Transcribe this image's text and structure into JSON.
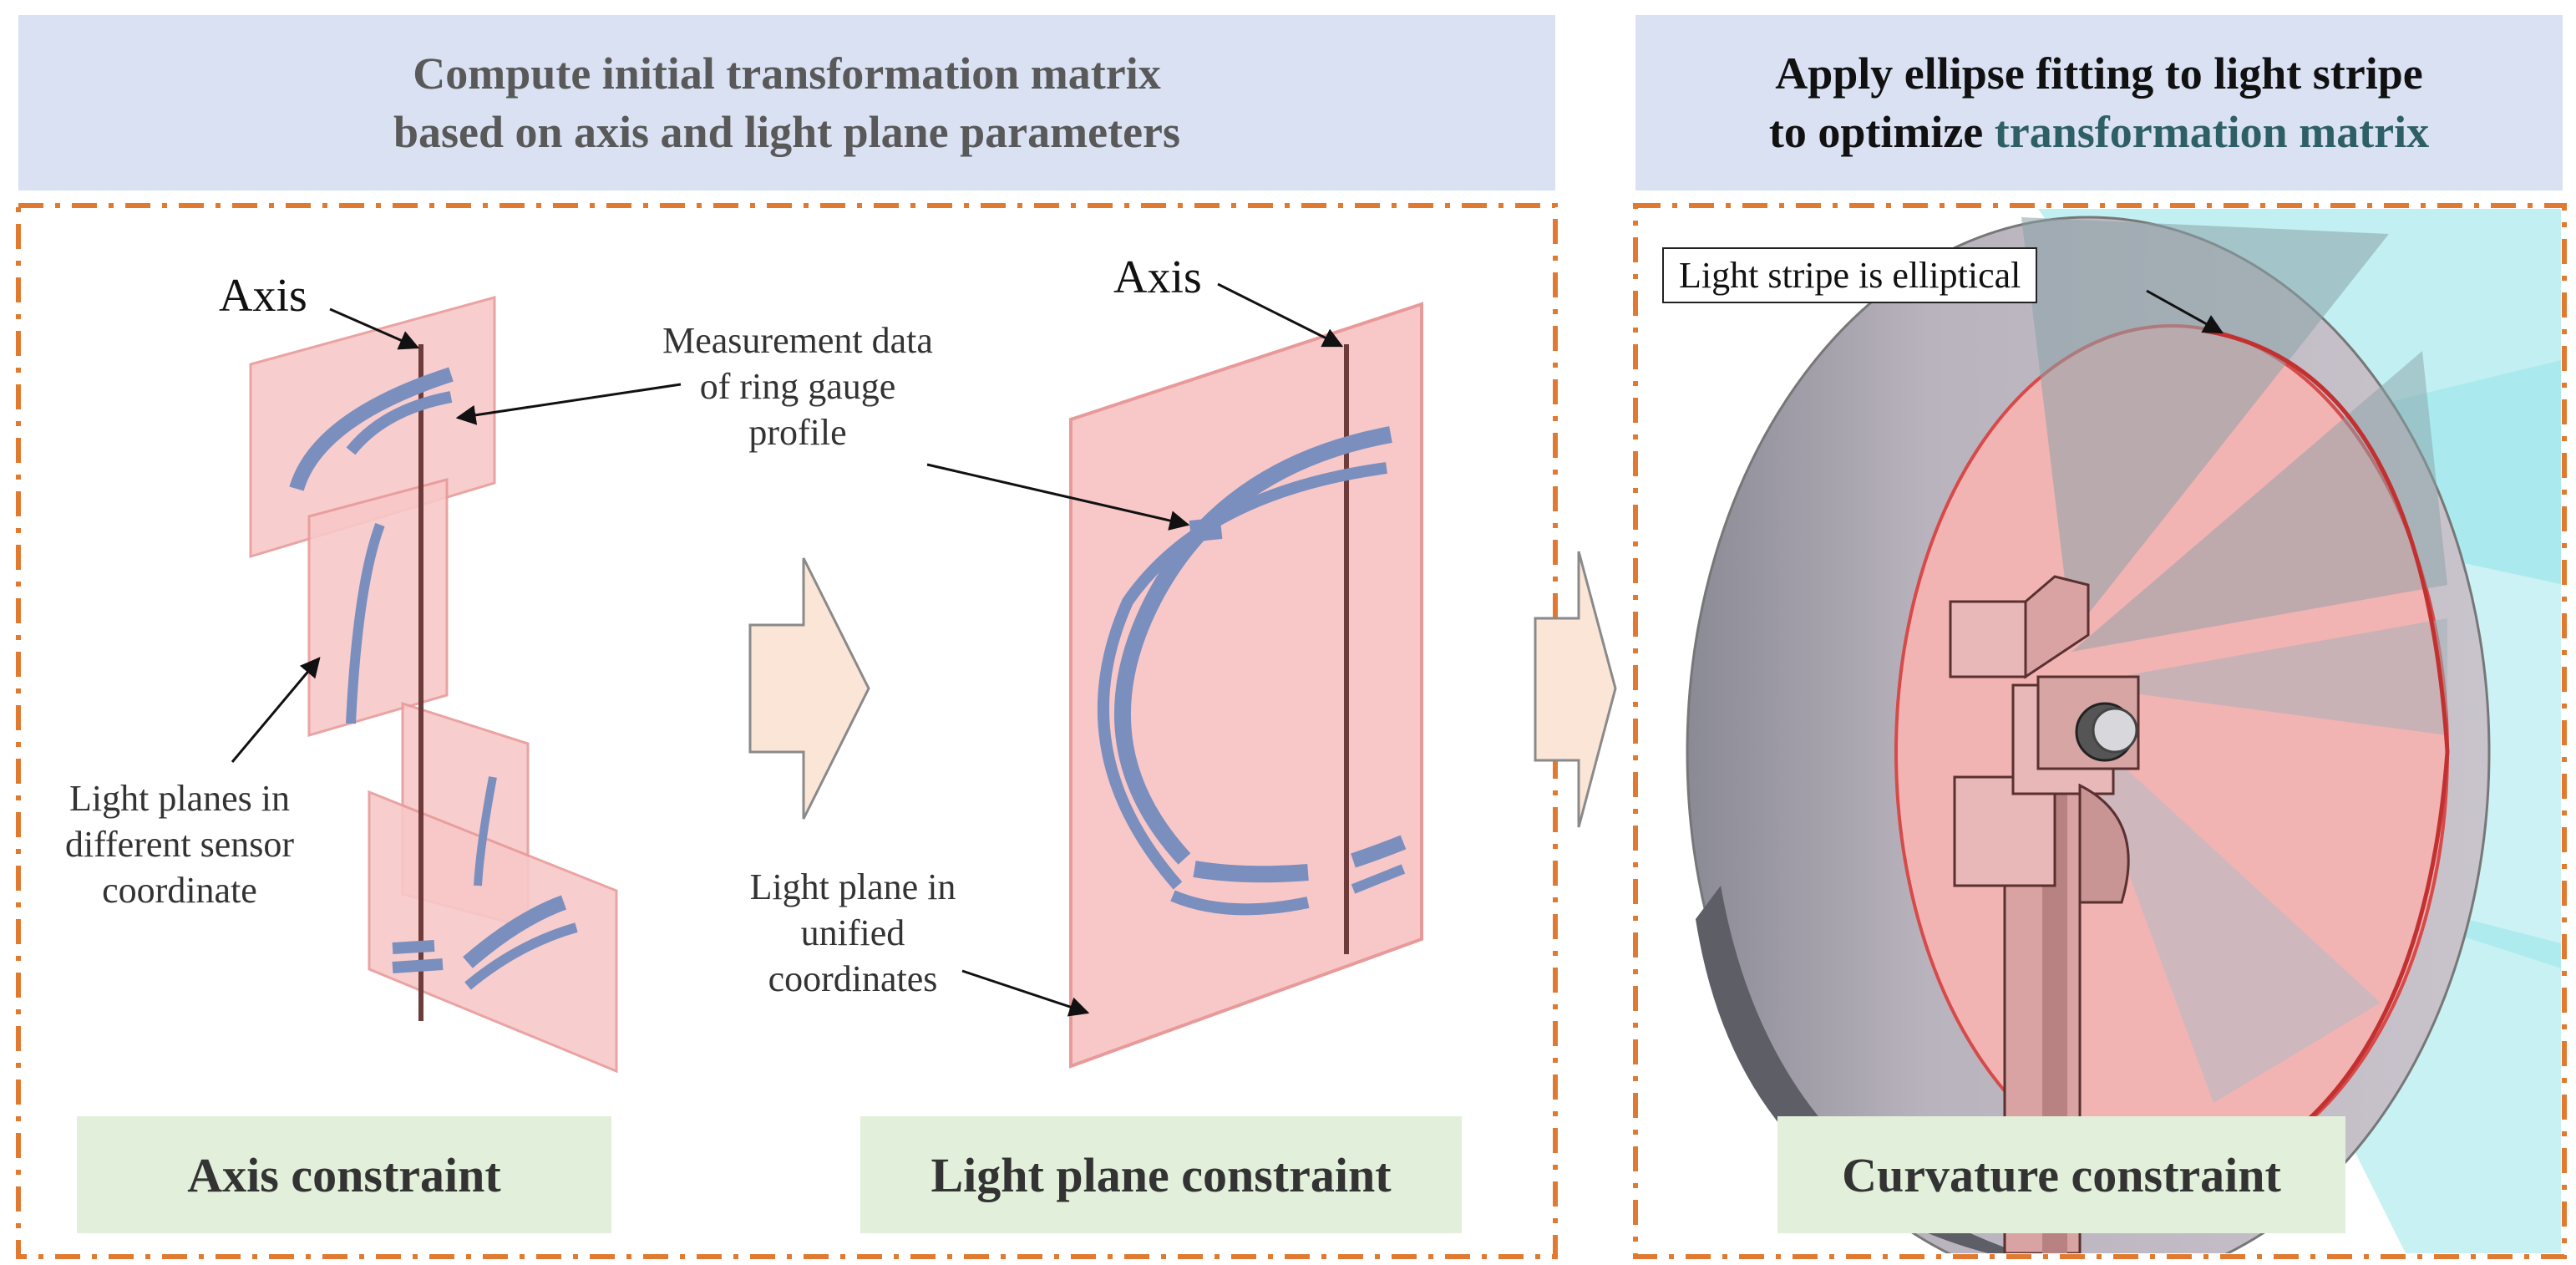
{
  "headers": {
    "left": {
      "line1": "Compute initial transformation matrix",
      "line2": "based on axis and light plane parameters"
    },
    "right": {
      "line1": "Apply ellipse fitting to light stripe",
      "line2_part1": "to optimize ",
      "line2_part2": "transformation matrix"
    }
  },
  "panels": {
    "axis": {
      "axis_label": "Axis",
      "light_planes_note": "Light planes in different sensor coordinate",
      "constraint_label": "Axis constraint"
    },
    "light_plane": {
      "axis_label": "Axis",
      "measurement_note": "Measurement data of ring gauge profile",
      "unified_note": "Light plane in unified coordinates",
      "constraint_label": "Light plane constraint"
    },
    "curvature": {
      "callout": "Light stripe is elliptical",
      "constraint_label": "Curvature constraint"
    }
  },
  "colors": {
    "header_bg": "#d9e1f2",
    "label_bg": "#e2efda",
    "dashed_border": "#e07a30",
    "light_plane_fill": "#f8c8c8",
    "profile_blue": "#7b8fbf",
    "arrow_fill": "#fbe5d6",
    "cyan_plane": "#8fe3e8"
  }
}
